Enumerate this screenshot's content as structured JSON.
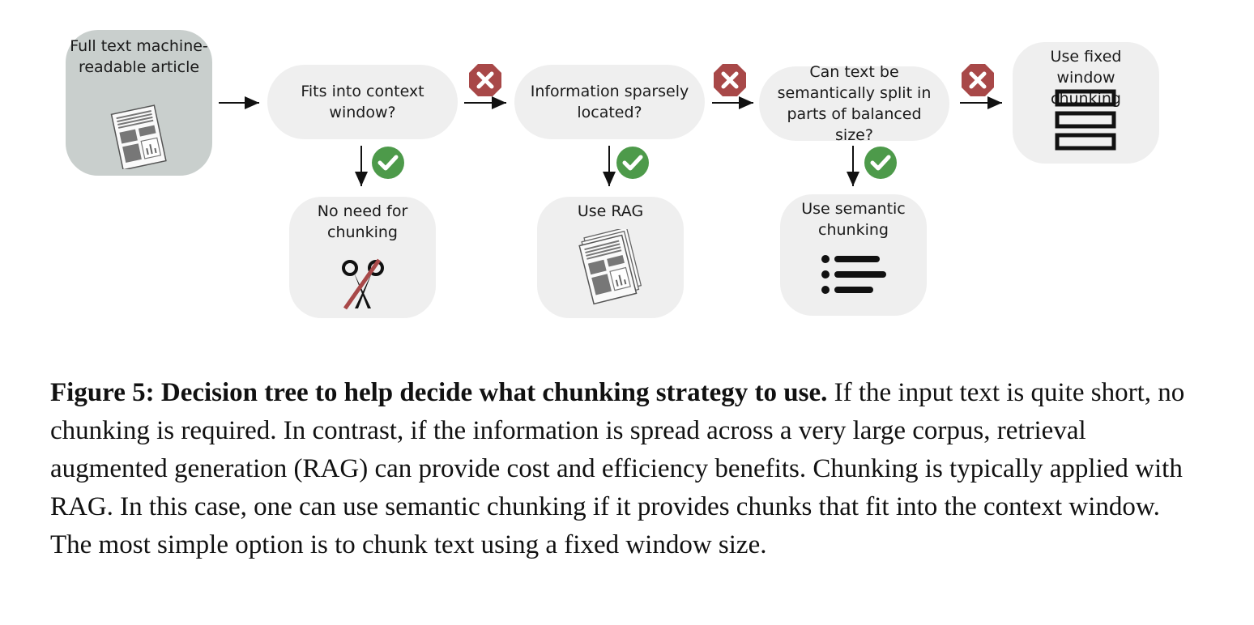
{
  "diagram": {
    "start": "Full text machine-readable article",
    "q1": "Fits into context window?",
    "q2": "Information sparsely located?",
    "q3": "Can text be semantically split in parts of balanced size?",
    "out1": "No need for chunking",
    "out2": "Use RAG",
    "out3": "Use semantic chunking",
    "out4": "Use fixed window chunking"
  },
  "caption": {
    "label": "Figure 5: Decision tree to help decide what chunking strategy to use.",
    "text": "If the input text is quite short, no chunking is required. In contrast, if the information is spread across a very large corpus, retrieval augmented generation (RAG) can provide cost and efficiency benefits. Chunking is typically applied with RAG. In this case, one can use semantic chunking if it provides chunks that fit into the context window. The most simple option is to chunk text using a fixed window size."
  },
  "colors": {
    "yes": "#4d9a4a",
    "no": "#a84848",
    "start_fill": "#c9cfcd",
    "node_fill": "#efefef"
  }
}
